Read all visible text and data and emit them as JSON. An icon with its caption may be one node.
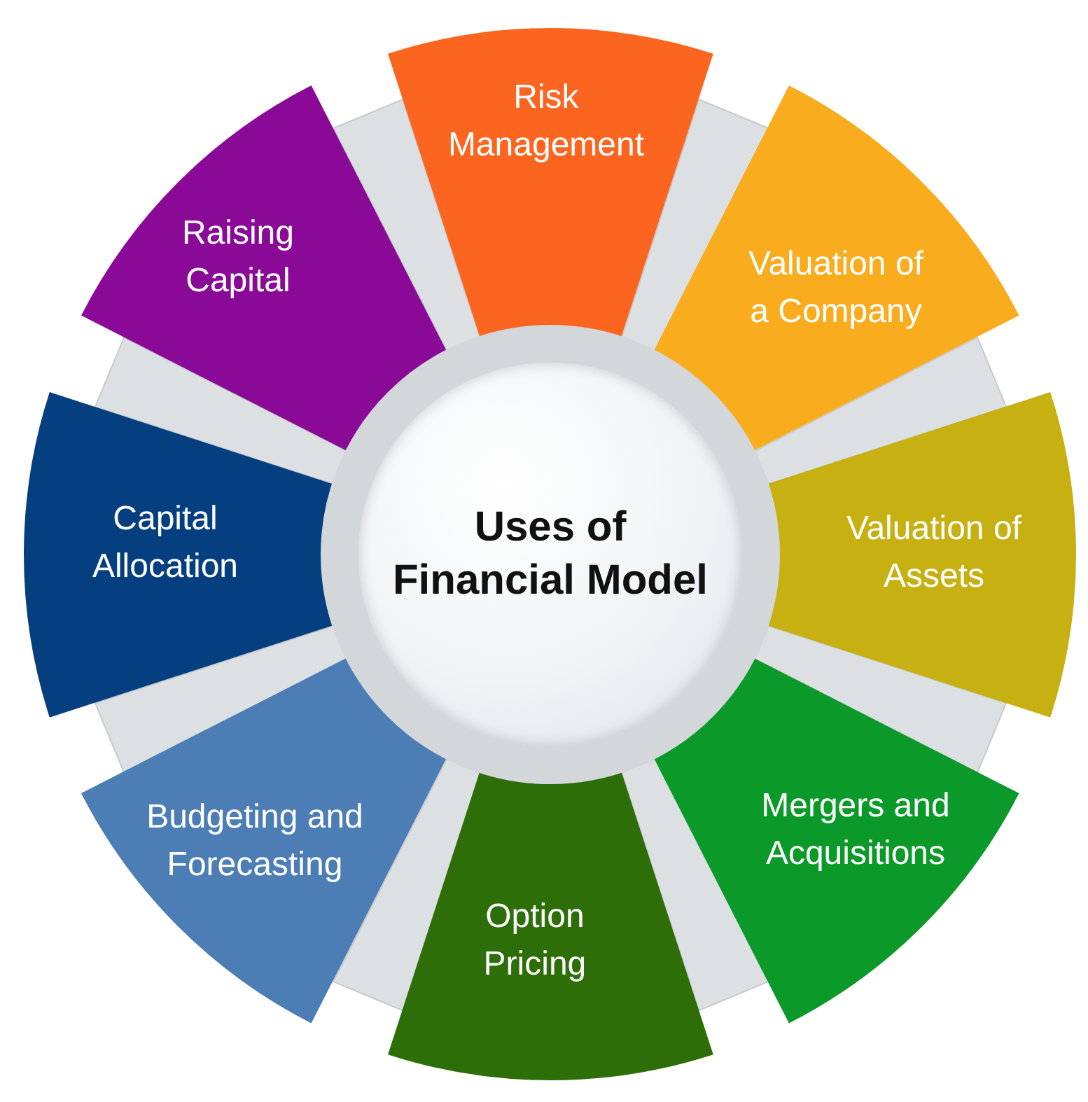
{
  "diagram": {
    "nodes": [
      {
        "text": [
          "Uses of Financial Model"
        ]
      },
      {
        "text": [
          "Risk Management"
        ]
      },
      {
        "text": [
          "Valuation of a Company"
        ]
      },
      {
        "text": [
          "Valuation of Assets"
        ]
      },
      {
        "text": [
          "Mergers and Acquisitions"
        ]
      },
      {
        "text": [
          "Option Pricing"
        ]
      },
      {
        "text": [
          "Budgeting and Forecasting"
        ]
      },
      {
        "text": [
          "Capital Allocation"
        ]
      },
      {
        "text": [
          "Raising Capital"
        ]
      },
      {
        "text": [],
        "shape": "bar"
      },
      {
        "text": [],
        "shape": "bar"
      },
      {
        "text": [],
        "shape": "bar"
      },
      {
        "text": [],
        "shape": "bar"
      },
      {
        "text": [],
        "shape": "bar"
      },
      {
        "text": [],
        "shape": "bar"
      },
      {
        "text": [],
        "shape": "bar"
      },
      {
        "text": [],
        "shape": "bar"
      }
    ]
  }
}
